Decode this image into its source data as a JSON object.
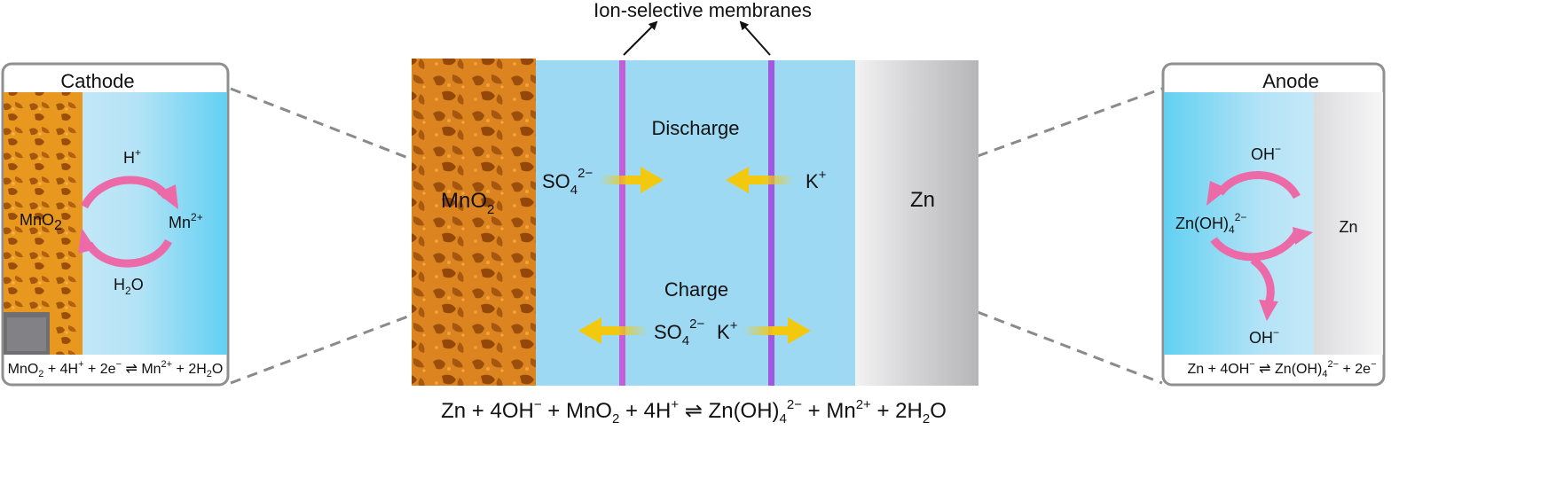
{
  "header": {
    "membranes_label": "Ion-selective membranes"
  },
  "cell": {
    "cathode_material": "MnO",
    "cathode_sub": "2",
    "anode_material": "Zn",
    "discharge_label": "Discharge",
    "charge_label": "Charge",
    "discharge_anion": "SO",
    "discharge_anion_sub": "4",
    "discharge_anion_sup": "2−",
    "discharge_cation": "K",
    "discharge_cation_sup": "+",
    "charge_anion": "SO",
    "charge_anion_sub": "4",
    "charge_anion_sup": "2−",
    "charge_cation": "K",
    "charge_cation_sup": "+"
  },
  "cathode_inset": {
    "title": "Cathode",
    "material": "MnO",
    "material_sub": "2",
    "top_ion": "H",
    "top_ion_sup": "+",
    "right_ion": "Mn",
    "right_ion_sup": "2+",
    "bottom_species": "H",
    "bottom_species_sub": "2",
    "bottom_species_tail": "O",
    "equation": {
      "p1": "MnO",
      "s1": "2",
      "p2": " + 4H",
      "u2": "+",
      "p3": " + 2e",
      "u3": "−",
      "p4": " ⇌ Mn",
      "u4": "2+",
      "p5": " + 2H",
      "s5": "2",
      "p6": "O"
    }
  },
  "anode_inset": {
    "title": "Anode",
    "material": "Zn",
    "top_ion": "OH",
    "top_ion_sup": "−",
    "left_species": "Zn(OH)",
    "left_species_sub": "4",
    "left_species_sup": "2−",
    "bottom_ion": "OH",
    "bottom_ion_sup": "−",
    "equation": {
      "p1": "Zn + 4OH",
      "u1": "−",
      "p2": " ⇌ Zn(OH)",
      "s2": "4",
      "u2": "2−",
      "p3": " + 2e",
      "u3": "−"
    }
  },
  "overall_equation": {
    "p1": "Zn + 4OH",
    "u1": "−",
    "p2": " + MnO",
    "s2": "2",
    "p3": " + 4H",
    "u3": "+",
    "p4": " ⇌ Zn(OH)",
    "s4": "4",
    "u4": "2−",
    "p5": " + Mn",
    "u5": "2+",
    "p6": " + 2H",
    "s6": "2",
    "p7": "O"
  },
  "colors": {
    "electrolyte": "#9dd9f3",
    "mno2": "#d87a1a",
    "zinc": "#c4c4c6",
    "membrane": "#c15fd8",
    "ion_arrow": "#f2c90f",
    "reaction_arrow": "#ec6aa8",
    "connector": "#8a8a8a"
  }
}
